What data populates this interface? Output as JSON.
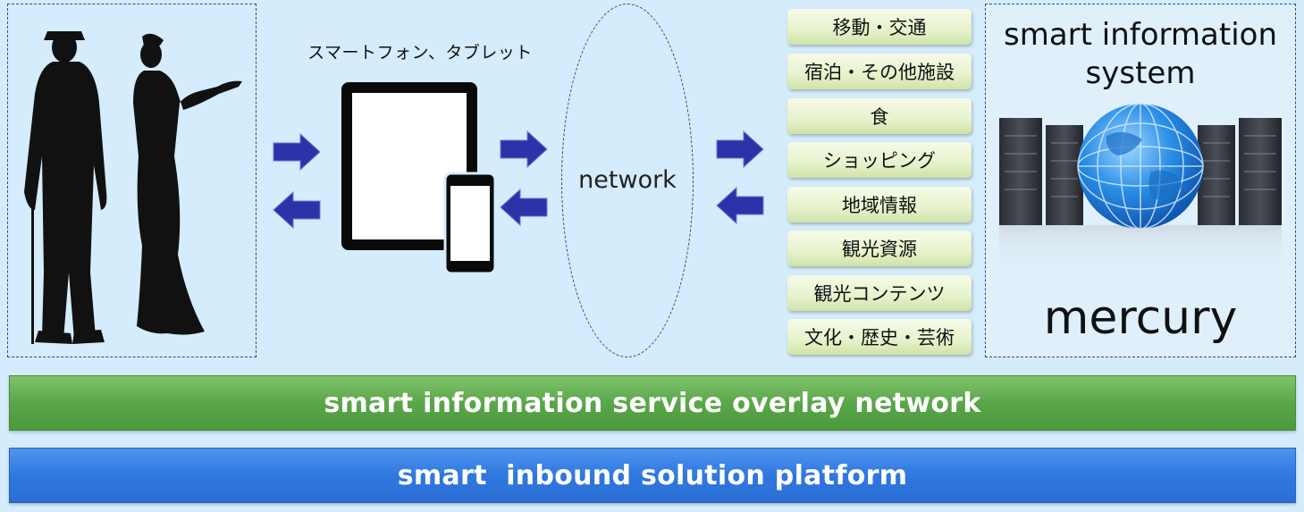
{
  "device_caption": "スマートフォン、タブレット",
  "network_label": "network",
  "categories": [
    "移動・交通",
    "宿泊・その他施設",
    "食",
    "ショッピング",
    "地域情報",
    "観光資源",
    "観光コンテンツ",
    "文化・歴史・芸術"
  ],
  "system": {
    "title_line1": "smart information",
    "title_line2": "system",
    "name": "mercury"
  },
  "bands": {
    "overlay": "smart information service overlay network",
    "platform": "smart  inbound solution platform"
  },
  "colors": {
    "background": "#d4ecfb",
    "arrow": "#2a34a8",
    "overlay_band": "#5aa64a",
    "platform_band": "#2f78e0"
  }
}
